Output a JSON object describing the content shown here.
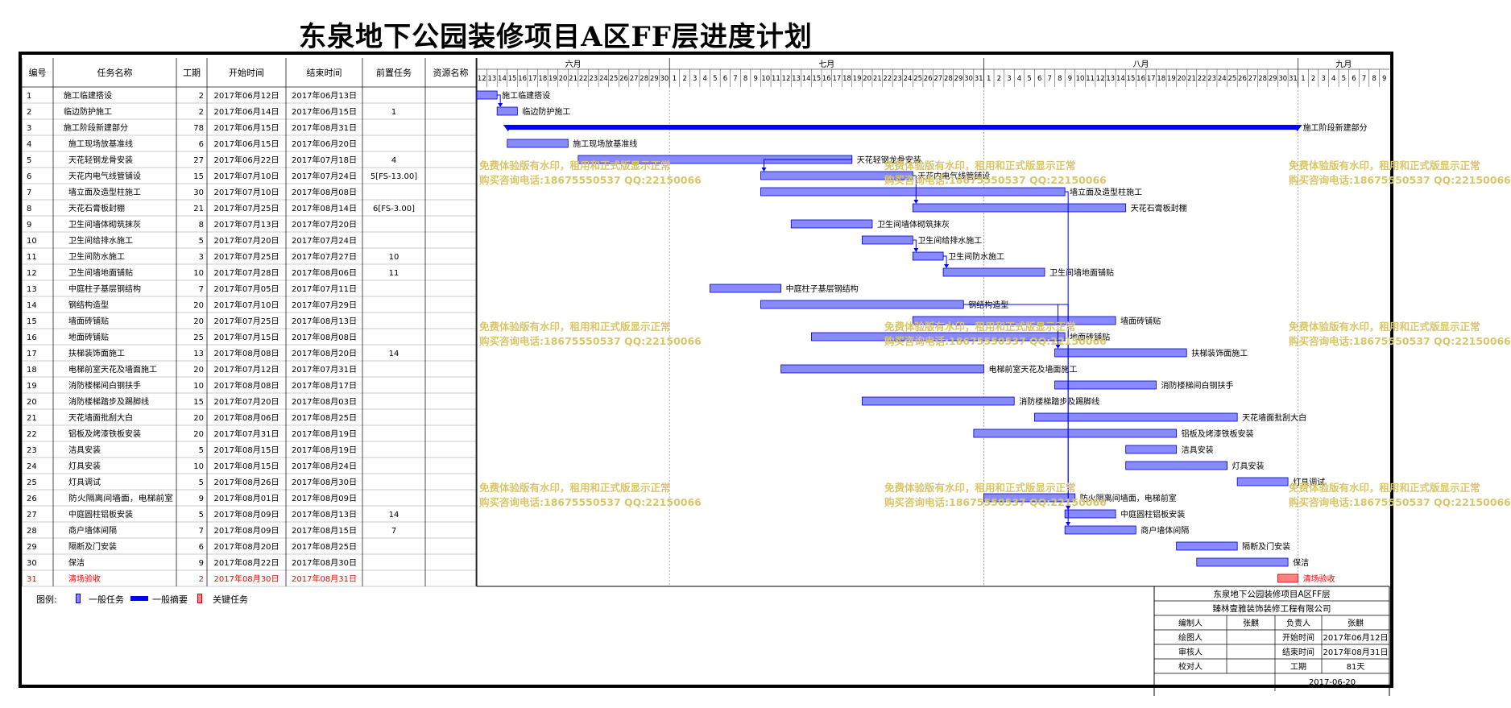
{
  "title": "东泉地下公园装修项目A区FF层进度计划",
  "table": {
    "headers": [
      "编号",
      "任务名称",
      "工期",
      "开始时间",
      "结束时间",
      "前置任务",
      "资源名称"
    ],
    "rows": [
      {
        "id": "1",
        "name": "施工临建搭设",
        "dur": "2",
        "start": "2017年06月12日",
        "end": "2017年06月13日",
        "pre": "",
        "res": "",
        "indent": 0
      },
      {
        "id": "2",
        "name": "临边防护施工",
        "dur": "2",
        "start": "2017年06月14日",
        "end": "2017年06月15日",
        "pre": "1",
        "res": "",
        "indent": 0
      },
      {
        "id": "3",
        "name": "施工阶段新建部分",
        "dur": "78",
        "start": "2017年06月15日",
        "end": "2017年08月31日",
        "pre": "",
        "res": "",
        "indent": 0
      },
      {
        "id": "4",
        "name": "施工现场放基准线",
        "dur": "6",
        "start": "2017年06月15日",
        "end": "2017年06月20日",
        "pre": "",
        "res": "",
        "indent": 1
      },
      {
        "id": "5",
        "name": "天花轻钢龙骨安装",
        "dur": "27",
        "start": "2017年06月22日",
        "end": "2017年07月18日",
        "pre": "4",
        "res": "",
        "indent": 1
      },
      {
        "id": "6",
        "name": "天花内电气线管铺设",
        "dur": "15",
        "start": "2017年07月10日",
        "end": "2017年07月24日",
        "pre": "5[FS-13.00]",
        "res": "",
        "indent": 1
      },
      {
        "id": "7",
        "name": "墙立面及造型柱施工",
        "dur": "30",
        "start": "2017年07月10日",
        "end": "2017年08月08日",
        "pre": "",
        "res": "",
        "indent": 1
      },
      {
        "id": "8",
        "name": "天花石膏板封棚",
        "dur": "21",
        "start": "2017年07月25日",
        "end": "2017年08月14日",
        "pre": "6[FS-3.00]",
        "res": "",
        "indent": 1
      },
      {
        "id": "9",
        "name": "卫生间墙体砌筑抹灰",
        "dur": "8",
        "start": "2017年07月13日",
        "end": "2017年07月20日",
        "pre": "",
        "res": "",
        "indent": 1
      },
      {
        "id": "10",
        "name": "卫生间给排水施工",
        "dur": "5",
        "start": "2017年07月20日",
        "end": "2017年07月24日",
        "pre": "",
        "res": "",
        "indent": 1
      },
      {
        "id": "11",
        "name": "卫生间防水施工",
        "dur": "3",
        "start": "2017年07月25日",
        "end": "2017年07月27日",
        "pre": "10",
        "res": "",
        "indent": 1
      },
      {
        "id": "12",
        "name": "卫生间墙地面铺贴",
        "dur": "10",
        "start": "2017年07月28日",
        "end": "2017年08月06日",
        "pre": "11",
        "res": "",
        "indent": 1
      },
      {
        "id": "13",
        "name": "中庭柱子基层钢结构",
        "dur": "7",
        "start": "2017年07月05日",
        "end": "2017年07月11日",
        "pre": "",
        "res": "",
        "indent": 1
      },
      {
        "id": "14",
        "name": "钢结构造型",
        "dur": "20",
        "start": "2017年07月10日",
        "end": "2017年07月29日",
        "pre": "",
        "res": "",
        "indent": 1
      },
      {
        "id": "15",
        "name": "墙面砖铺贴",
        "dur": "20",
        "start": "2017年07月25日",
        "end": "2017年08月13日",
        "pre": "",
        "res": "",
        "indent": 1
      },
      {
        "id": "16",
        "name": "地面砖铺贴",
        "dur": "25",
        "start": "2017年07月15日",
        "end": "2017年08月08日",
        "pre": "",
        "res": "",
        "indent": 1
      },
      {
        "id": "17",
        "name": "扶梯装饰面施工",
        "dur": "13",
        "start": "2017年08月08日",
        "end": "2017年08月20日",
        "pre": "14",
        "res": "",
        "indent": 1
      },
      {
        "id": "18",
        "name": "电梯前室天花及墙面施工",
        "dur": "20",
        "start": "2017年07月12日",
        "end": "2017年07月31日",
        "pre": "",
        "res": "",
        "indent": 1
      },
      {
        "id": "19",
        "name": "消防楼梯间白钢扶手",
        "dur": "10",
        "start": "2017年08月08日",
        "end": "2017年08月17日",
        "pre": "",
        "res": "",
        "indent": 1
      },
      {
        "id": "20",
        "name": "消防楼梯踏步及踢脚线",
        "dur": "15",
        "start": "2017年07月20日",
        "end": "2017年08月03日",
        "pre": "",
        "res": "",
        "indent": 1
      },
      {
        "id": "21",
        "name": "天花墙面批刮大白",
        "dur": "20",
        "start": "2017年08月06日",
        "end": "2017年08月25日",
        "pre": "",
        "res": "",
        "indent": 1
      },
      {
        "id": "22",
        "name": "铝板及烤漆铁板安装",
        "dur": "20",
        "start": "2017年07月31日",
        "end": "2017年08月19日",
        "pre": "",
        "res": "",
        "indent": 1
      },
      {
        "id": "23",
        "name": "洁具安装",
        "dur": "5",
        "start": "2017年08月15日",
        "end": "2017年08月19日",
        "pre": "",
        "res": "",
        "indent": 1
      },
      {
        "id": "24",
        "name": "灯具安装",
        "dur": "10",
        "start": "2017年08月15日",
        "end": "2017年08月24日",
        "pre": "",
        "res": "",
        "indent": 1
      },
      {
        "id": "25",
        "name": "灯具调试",
        "dur": "5",
        "start": "2017年08月26日",
        "end": "2017年08月30日",
        "pre": "",
        "res": "",
        "indent": 1
      },
      {
        "id": "26",
        "name": "防火隔离间墙面，电梯前室",
        "dur": "9",
        "start": "2017年08月01日",
        "end": "2017年08月09日",
        "pre": "",
        "res": "",
        "indent": 1
      },
      {
        "id": "27",
        "name": "中庭圆柱铝板安装",
        "dur": "5",
        "start": "2017年08月09日",
        "end": "2017年08月13日",
        "pre": "14",
        "res": "",
        "indent": 1
      },
      {
        "id": "28",
        "name": "商户墙体间隔",
        "dur": "7",
        "start": "2017年08月09日",
        "end": "2017年08月15日",
        "pre": "7",
        "res": "",
        "indent": 1
      },
      {
        "id": "29",
        "name": "隔断及门安装",
        "dur": "6",
        "start": "2017年08月20日",
        "end": "2017年08月25日",
        "pre": "",
        "res": "",
        "indent": 1
      },
      {
        "id": "30",
        "name": "保洁",
        "dur": "9",
        "start": "2017年08月22日",
        "end": "2017年08月30日",
        "pre": "",
        "res": "",
        "indent": 1
      },
      {
        "id": "31",
        "name": "清场验收",
        "dur": "2",
        "start": "2017年08月30日",
        "end": "2017年08月31日",
        "pre": "",
        "res": "",
        "indent": 1
      }
    ]
  },
  "chart_data": {
    "type": "gantt",
    "axis_start": "2017-06-12",
    "axis_end": "2017-09-09",
    "months": [
      {
        "label": "六月",
        "start": "2017-06-12",
        "end": "2017-06-30"
      },
      {
        "label": "七月",
        "start": "2017-07-01",
        "end": "2017-07-31"
      },
      {
        "label": "八月",
        "start": "2017-08-01",
        "end": "2017-08-31"
      },
      {
        "label": "九月",
        "start": "2017-09-01",
        "end": "2017-09-09"
      }
    ],
    "tasks": [
      {
        "id": 1,
        "label": "施工临建搭设",
        "start": "2017-06-12",
        "end": "2017-06-13",
        "kind": "normal"
      },
      {
        "id": 2,
        "label": "临边防护施工",
        "start": "2017-06-14",
        "end": "2017-06-15",
        "kind": "normal"
      },
      {
        "id": 3,
        "label": "施工阶段新建部分",
        "start": "2017-06-15",
        "end": "2017-08-31",
        "kind": "summary"
      },
      {
        "id": 4,
        "label": "施工现场放基准线",
        "start": "2017-06-15",
        "end": "2017-06-20",
        "kind": "normal"
      },
      {
        "id": 5,
        "label": "天花轻钢龙骨安装",
        "start": "2017-06-22",
        "end": "2017-07-18",
        "kind": "normal"
      },
      {
        "id": 6,
        "label": "天花内电气线管铺设",
        "start": "2017-07-10",
        "end": "2017-07-24",
        "kind": "normal"
      },
      {
        "id": 7,
        "label": "墙立面及造型柱施工",
        "start": "2017-07-10",
        "end": "2017-08-08",
        "kind": "normal"
      },
      {
        "id": 8,
        "label": "天花石膏板封棚",
        "start": "2017-07-25",
        "end": "2017-08-14",
        "kind": "normal"
      },
      {
        "id": 9,
        "label": "卫生间墙体砌筑抹灰",
        "start": "2017-07-13",
        "end": "2017-07-20",
        "kind": "normal"
      },
      {
        "id": 10,
        "label": "卫生间给排水施工",
        "start": "2017-07-20",
        "end": "2017-07-24",
        "kind": "normal"
      },
      {
        "id": 11,
        "label": "卫生间防水施工",
        "start": "2017-07-25",
        "end": "2017-07-27",
        "kind": "normal"
      },
      {
        "id": 12,
        "label": "卫生间墙地面铺贴",
        "start": "2017-07-28",
        "end": "2017-08-06",
        "kind": "normal"
      },
      {
        "id": 13,
        "label": "中庭柱子基层钢结构",
        "start": "2017-07-05",
        "end": "2017-07-11",
        "kind": "normal"
      },
      {
        "id": 14,
        "label": "钢结构造型",
        "start": "2017-07-10",
        "end": "2017-07-29",
        "kind": "normal"
      },
      {
        "id": 15,
        "label": "墙面砖铺贴",
        "start": "2017-07-25",
        "end": "2017-08-13",
        "kind": "normal"
      },
      {
        "id": 16,
        "label": "地面砖铺贴",
        "start": "2017-07-15",
        "end": "2017-08-08",
        "kind": "normal"
      },
      {
        "id": 17,
        "label": "扶梯装饰面施工",
        "start": "2017-08-08",
        "end": "2017-08-20",
        "kind": "normal"
      },
      {
        "id": 18,
        "label": "电梯前室天花及墙面施工",
        "start": "2017-07-12",
        "end": "2017-07-31",
        "kind": "normal"
      },
      {
        "id": 19,
        "label": "消防楼梯间白钢扶手",
        "start": "2017-08-08",
        "end": "2017-08-17",
        "kind": "normal"
      },
      {
        "id": 20,
        "label": "消防楼梯踏步及踢脚线",
        "start": "2017-07-20",
        "end": "2017-08-03",
        "kind": "normal"
      },
      {
        "id": 21,
        "label": "天花墙面批刮大白",
        "start": "2017-08-06",
        "end": "2017-08-25",
        "kind": "normal"
      },
      {
        "id": 22,
        "label": "铝板及烤漆铁板安装",
        "start": "2017-07-31",
        "end": "2017-08-19",
        "kind": "normal"
      },
      {
        "id": 23,
        "label": "洁具安装",
        "start": "2017-08-15",
        "end": "2017-08-19",
        "kind": "normal"
      },
      {
        "id": 24,
        "label": "灯具安装",
        "start": "2017-08-15",
        "end": "2017-08-24",
        "kind": "normal"
      },
      {
        "id": 25,
        "label": "灯具调试",
        "start": "2017-08-26",
        "end": "2017-08-30",
        "kind": "normal"
      },
      {
        "id": 26,
        "label": "防火隔离间墙面，电梯前室",
        "start": "2017-08-01",
        "end": "2017-08-09",
        "kind": "normal"
      },
      {
        "id": 27,
        "label": "中庭圆柱铝板安装",
        "start": "2017-08-09",
        "end": "2017-08-13",
        "kind": "normal"
      },
      {
        "id": 28,
        "label": "商户墙体间隔",
        "start": "2017-08-09",
        "end": "2017-08-15",
        "kind": "normal"
      },
      {
        "id": 29,
        "label": "隔断及门安装",
        "start": "2017-08-20",
        "end": "2017-08-25",
        "kind": "normal"
      },
      {
        "id": 30,
        "label": "保洁",
        "start": "2017-08-22",
        "end": "2017-08-30",
        "kind": "normal"
      },
      {
        "id": 31,
        "label": "清场验收",
        "start": "2017-08-30",
        "end": "2017-08-31",
        "kind": "critical"
      }
    ],
    "links": [
      [
        1,
        2
      ],
      [
        5,
        6
      ],
      [
        6,
        8
      ],
      [
        7,
        28
      ],
      [
        10,
        11
      ],
      [
        11,
        12
      ],
      [
        14,
        17
      ],
      [
        14,
        27
      ]
    ]
  },
  "colors": {
    "task_fill": "#8a8aff",
    "task_stroke": "#0000cc",
    "summary": "#0000ff",
    "critical_fill": "#ff8080",
    "critical_text": "#ff0000",
    "link": "#0000ff",
    "watermark": "#d9c66a"
  },
  "watermark": {
    "line1": "免费体验版有水印，租用和正式版显示正常",
    "line2": "购买咨询电话:18675550537 QQ:22150066"
  },
  "legend": {
    "label": "图例:",
    "items": [
      {
        "label": "一般任务",
        "kind": "normal"
      },
      {
        "label": "一般摘要",
        "kind": "summary"
      },
      {
        "label": "关键任务",
        "kind": "critical"
      }
    ]
  },
  "footer": {
    "project": "东泉地下公园装修项目A区FF层",
    "company": "臻林壹雅装饰装修工程有限公司",
    "rows": [
      [
        "编制人",
        "张麒",
        "负责人",
        "张麒"
      ],
      [
        "绘图人",
        "",
        "开始时间",
        "2017年06月12日"
      ],
      [
        "审核人",
        "",
        "结束时间",
        "2017年08月31日"
      ],
      [
        "校对人",
        "",
        "工期",
        "81天"
      ]
    ],
    "date": "2017-06-20"
  }
}
